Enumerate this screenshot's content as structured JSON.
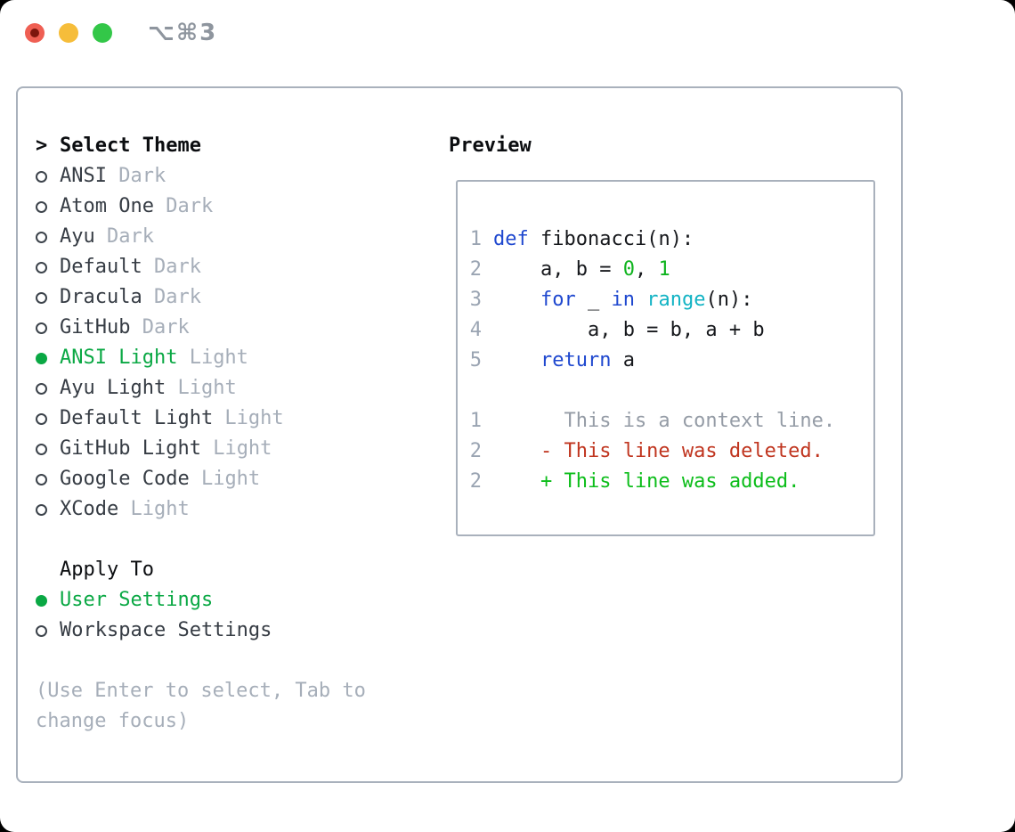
{
  "titlebar": {
    "title": "⌥⌘3",
    "buttons": [
      {
        "name": "close"
      },
      {
        "name": "minimize"
      },
      {
        "name": "zoom"
      }
    ]
  },
  "theme_panel": {
    "cursor": ">",
    "header": "Select Theme",
    "themes": [
      {
        "name": "ANSI",
        "variant": "Dark",
        "selected": false
      },
      {
        "name": "Atom One",
        "variant": "Dark",
        "selected": false
      },
      {
        "name": "Ayu",
        "variant": "Dark",
        "selected": false
      },
      {
        "name": "Default",
        "variant": "Dark",
        "selected": false
      },
      {
        "name": "Dracula",
        "variant": "Dark",
        "selected": false
      },
      {
        "name": "GitHub",
        "variant": "Dark",
        "selected": false
      },
      {
        "name": "ANSI Light",
        "variant": "Light",
        "selected": true
      },
      {
        "name": "Ayu Light",
        "variant": "Light",
        "selected": false
      },
      {
        "name": "Default Light",
        "variant": "Light",
        "selected": false
      },
      {
        "name": "GitHub Light",
        "variant": "Light",
        "selected": false
      },
      {
        "name": "Google Code",
        "variant": "Light",
        "selected": false
      },
      {
        "name": "XCode",
        "variant": "Light",
        "selected": false
      }
    ],
    "apply_to": {
      "header": "Apply To",
      "options": [
        {
          "name": "User Settings",
          "selected": true
        },
        {
          "name": "Workspace Settings",
          "selected": false
        }
      ]
    },
    "help_lines": [
      "(Use Enter to select, Tab to",
      "change focus)"
    ]
  },
  "preview_panel": {
    "header": "Preview",
    "lines": [
      {
        "num": "1",
        "segments": [
          {
            "style": "keyword",
            "text": "def"
          },
          {
            "style": "plain",
            "text": " fibonacci(n):"
          }
        ]
      },
      {
        "num": "2",
        "segments": [
          {
            "style": "plain",
            "text": "    a, b = "
          },
          {
            "style": "number",
            "text": "0"
          },
          {
            "style": "plain",
            "text": ", "
          },
          {
            "style": "number",
            "text": "1"
          }
        ]
      },
      {
        "num": "3",
        "segments": [
          {
            "style": "plain",
            "text": "    "
          },
          {
            "style": "keyword",
            "text": "for"
          },
          {
            "style": "plain",
            "text": " _ "
          },
          {
            "style": "keyword",
            "text": "in"
          },
          {
            "style": "plain",
            "text": " "
          },
          {
            "style": "builtin",
            "text": "range"
          },
          {
            "style": "plain",
            "text": "(n):"
          }
        ]
      },
      {
        "num": "4",
        "segments": [
          {
            "style": "plain",
            "text": "        a, b = b, a + b"
          }
        ]
      },
      {
        "num": "5",
        "segments": [
          {
            "style": "plain",
            "text": "    "
          },
          {
            "style": "keyword",
            "text": "return"
          },
          {
            "style": "plain",
            "text": " a"
          }
        ]
      },
      {
        "num": "",
        "segments": []
      },
      {
        "num": "1",
        "segments": [
          {
            "style": "context",
            "text": "      This is a context line."
          }
        ]
      },
      {
        "num": "2",
        "segments": [
          {
            "style": "deleted",
            "text": "    - This line was deleted."
          }
        ]
      },
      {
        "num": "2",
        "segments": [
          {
            "style": "added",
            "text": "    + This line was added."
          }
        ]
      }
    ]
  },
  "colors": {
    "selection_green": "#0aa844",
    "keyword_blue": "#1f48cf",
    "builtin_cyan": "#12b3c4",
    "number_green": "#0fb41e",
    "added_green": "#0cbd1a",
    "deleted_red": "#c0351f",
    "context_gray": "#959ca6",
    "border_gray": "#a9b1bc",
    "traffic_red": "#ef5f53",
    "traffic_yellow": "#f6bd3a",
    "traffic_green": "#33c748"
  }
}
